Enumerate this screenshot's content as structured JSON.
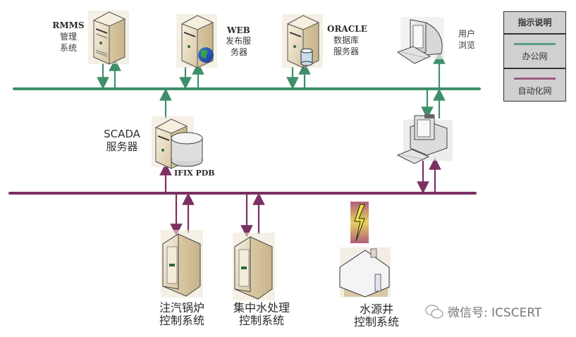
{
  "diagram": {
    "colors": {
      "office_network": "#3f8f6a",
      "automation_network": "#7b3062",
      "server_beige": "#e8dcc2",
      "legend_bg": "#d0d0d0"
    },
    "networks": [
      {
        "id": "office",
        "label": "办公网"
      },
      {
        "id": "automation",
        "label": "自动化网"
      }
    ],
    "nodes": {
      "rmms": {
        "title": "RMMS",
        "subtitle_line1": "管理",
        "subtitle_line2": "系统",
        "icon": "server-tower-icon"
      },
      "web": {
        "title": "WEB",
        "subtitle_line1": "发布服",
        "subtitle_line2": "务器",
        "icon": "server-globe-icon"
      },
      "oracle": {
        "title": "ORACLE",
        "subtitle_line1": "数据库",
        "subtitle_line2": "服务器",
        "icon": "server-database-icon"
      },
      "user_browse": {
        "line1": "用户",
        "line2": "浏览",
        "icon": "computer-monitor-icon"
      },
      "scada": {
        "title": "SCADA",
        "subtitle": "服务器",
        "db_label": "IFIX PDB",
        "icon": "server-database-icon"
      },
      "workstation": {
        "icon": "workstation-icon"
      },
      "boiler": {
        "line1": "注汽锅炉",
        "line2": "控制系统",
        "icon": "cabinet-icon"
      },
      "water_treatment": {
        "line1": "集中水处理",
        "line2": "控制系统",
        "icon": "cabinet-icon"
      },
      "well": {
        "line1": "水源井",
        "line2": "控制系统",
        "icon": "house-icon",
        "link_icon": "lightning-icon"
      }
    },
    "legend": {
      "title": "指示说明",
      "items": [
        {
          "label": "办公网",
          "color": "#5a9e80"
        },
        {
          "label": "自动化网",
          "color": "#9a5a80"
        }
      ]
    },
    "watermark": {
      "text": "微信号: ICSCERT",
      "icon": "wechat-icon"
    }
  }
}
